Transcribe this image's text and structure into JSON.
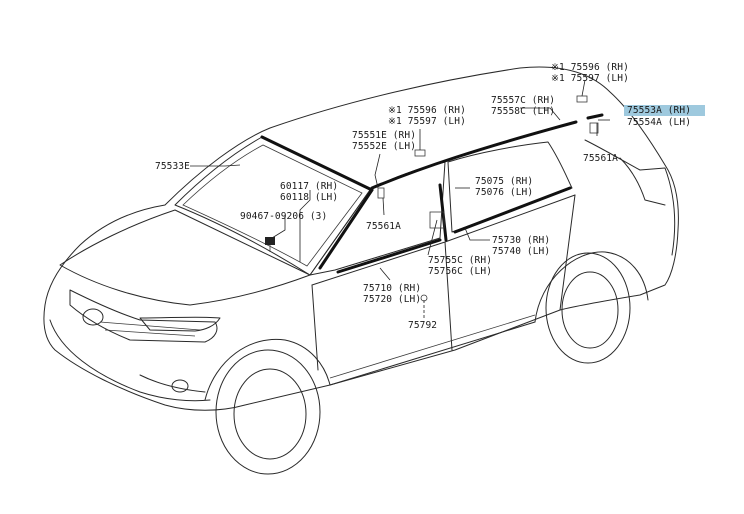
{
  "labels": {
    "p75596_top": "※1 75596 (RH)",
    "p75597_top": "※1 75597 (LH)",
    "p75553A": "75553A (RH)",
    "p75554A": "75554A (LH)",
    "p75557C": "75557C (RH)",
    "p75558C": "75558C (LH)",
    "p75596_mid": "※1 75596 (RH)",
    "p75597_mid": "※1 75597 (LH)",
    "p75551E": "75551E (RH)",
    "p75552E": "75552E (LH)",
    "p75533E": "75533E",
    "p60117": "60117 (RH)",
    "p60118": "60118 (LH)",
    "p90467": "90467-09206 (3)",
    "p75561A_left": "75561A",
    "p75561A_right": "75561A",
    "p75075": "75075 (RH)",
    "p75076": "75076 (LH)",
    "p75730": "75730 (RH)",
    "p75740": "75740 (LH)",
    "p75755C": "75755C (RH)",
    "p75756C": "75756C (LH)",
    "p75710": "75710 (RH)",
    "p75720": "75720 (LH)",
    "p75792": "75792"
  },
  "highlight_color": "#9ec9de"
}
